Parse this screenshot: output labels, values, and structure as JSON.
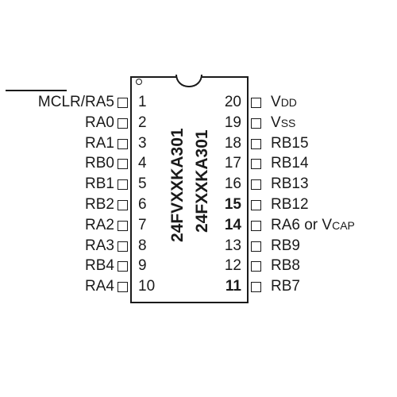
{
  "part_names": [
    "24FVXXKA301",
    "24FXXKA301"
  ],
  "pins": [
    {
      "num": "1",
      "label_main": "MCLR",
      "label_rest": "/RA5",
      "overbar": true
    },
    {
      "num": "2",
      "label": "RA0"
    },
    {
      "num": "3",
      "label": "RA1"
    },
    {
      "num": "4",
      "label": "RB0"
    },
    {
      "num": "5",
      "label": "RB1"
    },
    {
      "num": "6",
      "label": "RB2"
    },
    {
      "num": "7",
      "label": "RA2"
    },
    {
      "num": "8",
      "label": "RA3"
    },
    {
      "num": "9",
      "label": "RB4"
    },
    {
      "num": "10",
      "label": "RA4"
    },
    {
      "num": "11",
      "label": "RB7",
      "bold": true
    },
    {
      "num": "12",
      "label": "RB8"
    },
    {
      "num": "13",
      "label": "RB9"
    },
    {
      "num": "14",
      "label": "RA6 or V",
      "label_sub": "CAP",
      "bold": true
    },
    {
      "num": "15",
      "label": "RB12",
      "bold": true
    },
    {
      "num": "16",
      "label": "RB13"
    },
    {
      "num": "17",
      "label": "RB14"
    },
    {
      "num": "18",
      "label": "RB15"
    },
    {
      "num": "19",
      "label": "V",
      "label_sub": "SS"
    },
    {
      "num": "20",
      "label": "V",
      "label_sub": "DD"
    }
  ]
}
